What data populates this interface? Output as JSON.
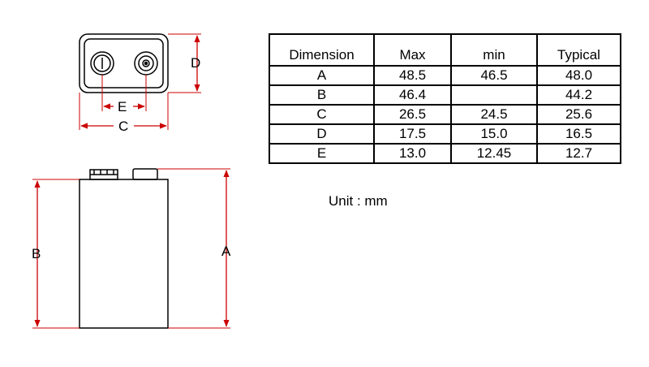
{
  "diagram": {
    "labels": {
      "A": "A",
      "B": "B",
      "C": "C",
      "D": "D",
      "E": "E"
    },
    "dimension_color": "#cc0000",
    "outline_color": "#000000"
  },
  "table": {
    "headers": [
      "Dimension",
      "Max",
      "min",
      "Typical"
    ],
    "rows": [
      [
        "A",
        "48.5",
        "46.5",
        "48.0"
      ],
      [
        "B",
        "46.4",
        "",
        "44.2"
      ],
      [
        "C",
        "26.5",
        "24.5",
        "25.6"
      ],
      [
        "D",
        "17.5",
        "15.0",
        "16.5"
      ],
      [
        "E",
        "13.0",
        "12.45",
        "12.7"
      ]
    ]
  },
  "unit_label": "Unit : mm"
}
